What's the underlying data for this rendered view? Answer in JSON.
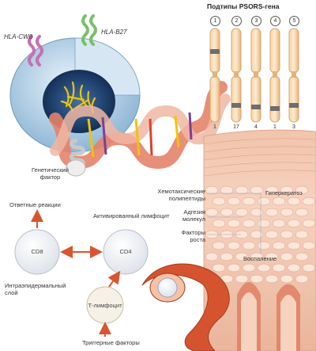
{
  "hla": {
    "cw6": "HLA-CW6",
    "b27": "HLA-B27"
  },
  "genetic_factor": [
    "Генетический",
    "фактор"
  ],
  "psors": {
    "title": "Подтипы PSORS-гена",
    "numbers": [
      "1",
      "2",
      "3",
      "4",
      "5"
    ],
    "counts": [
      "1",
      "17",
      "4",
      "1",
      "3"
    ]
  },
  "skin": {
    "chemotactic": [
      "Хемотаксические",
      "полипептиды"
    ],
    "hyperkeratosis": "Гиперкератоз",
    "adhesion": [
      "Адгезия",
      "молекул"
    ],
    "growth_factors": [
      "Факторы",
      "роста"
    ],
    "inflammation": "Воспаление"
  },
  "cells": {
    "response": "Ответные реакции",
    "cd8": "CD8",
    "cd4": "CD4",
    "activated": "Активированный лимфоцит",
    "intraepidermal": [
      "Интраэпидермальный",
      "слой"
    ],
    "tcell": "Т-лимфоцит",
    "triggers": "Триггерные факторы"
  },
  "colors": {
    "cell_blue": "#bcd6ea",
    "helix_pink": "#e99a80",
    "chromosome": "#f3c690",
    "skin": "#f1c9b4",
    "arrow": "#d8552f",
    "hla_cw6": "#c86fb3",
    "hla_b27": "#77c06a"
  }
}
